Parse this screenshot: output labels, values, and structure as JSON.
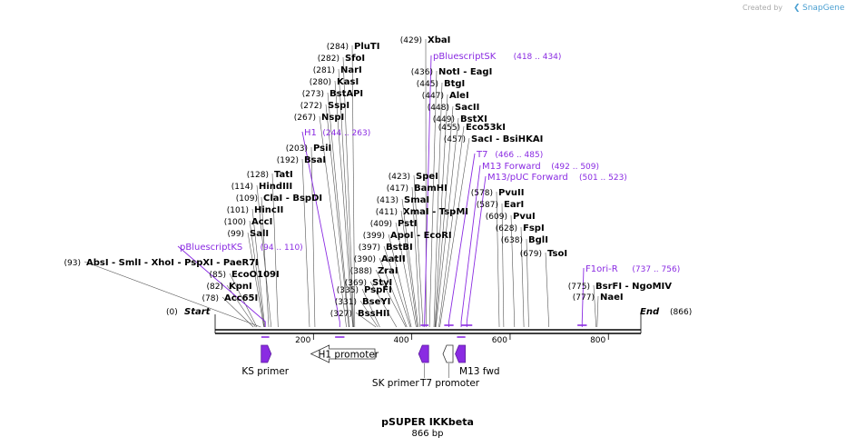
{
  "credit": {
    "prefix": "Created by",
    "brand": "SnapGene"
  },
  "title": "pSUPER IKKbeta",
  "length_label": "866 bp",
  "sequence_length": 866,
  "ticks": [
    "200",
    "400",
    "600",
    "800"
  ],
  "colors": {
    "enzyme": "#000000",
    "primer_site": "#8a2be2",
    "feature_fill": "#8a2be2"
  },
  "ends": {
    "start_label": "Start",
    "start_pos": "(0)",
    "end_label": "End",
    "end_pos": "(866)"
  },
  "enzymes": [
    {
      "name": "PluTI",
      "pos": "(284)",
      "bp": 284
    },
    {
      "name": "SfoI",
      "pos": "(282)",
      "bp": 282
    },
    {
      "name": "NarI",
      "pos": "(281)",
      "bp": 281
    },
    {
      "name": "KasI",
      "pos": "(280)",
      "bp": 280
    },
    {
      "name": "BstAPI",
      "pos": "(273)",
      "bp": 273
    },
    {
      "name": "SspI",
      "pos": "(272)",
      "bp": 272
    },
    {
      "name": "NspI",
      "pos": "(267)",
      "bp": 267
    },
    {
      "name": "PsiI",
      "pos": "(203)",
      "bp": 203
    },
    {
      "name": "BsaI",
      "pos": "(192)",
      "bp": 192
    },
    {
      "name": "TatI",
      "pos": "(128)",
      "bp": 128
    },
    {
      "name": "HindIII",
      "pos": "(114)",
      "bp": 114
    },
    {
      "name": "ClaI  - BspDI",
      "pos": "(109)",
      "bp": 109
    },
    {
      "name": "HincII",
      "pos": "(101)",
      "bp": 101
    },
    {
      "name": "AccI",
      "pos": "(100)",
      "bp": 100
    },
    {
      "name": "SalI",
      "pos": "(99)",
      "bp": 99
    },
    {
      "name": "AbsI  - SmlI  - XhoI  - PspXI  - PaeR7I",
      "pos": "(93)",
      "bp": 93
    },
    {
      "name": "EcoO109I",
      "pos": "(85)",
      "bp": 85
    },
    {
      "name": "KpnI",
      "pos": "(82)",
      "bp": 82
    },
    {
      "name": "Acc65I",
      "pos": "(78)",
      "bp": 78
    },
    {
      "name": "PspFI",
      "pos": "(335)",
      "bp": 335
    },
    {
      "name": "BseYI",
      "pos": "(331)",
      "bp": 331
    },
    {
      "name": "BssHII",
      "pos": "(327)",
      "bp": 327
    },
    {
      "name": "SpeI",
      "pos": "(423)",
      "bp": 423
    },
    {
      "name": "BamHI",
      "pos": "(417)",
      "bp": 417
    },
    {
      "name": "SmaI",
      "pos": "(413)",
      "bp": 413
    },
    {
      "name": "XmaI  - TspMI",
      "pos": "(411)",
      "bp": 411
    },
    {
      "name": "PstI",
      "pos": "(409)",
      "bp": 409
    },
    {
      "name": "ApoI  - EcoRI",
      "pos": "(399)",
      "bp": 399
    },
    {
      "name": "BstBI",
      "pos": "(397)",
      "bp": 397
    },
    {
      "name": "AatII",
      "pos": "(390)",
      "bp": 390
    },
    {
      "name": "ZraI",
      "pos": "(388)",
      "bp": 388
    },
    {
      "name": "StyI",
      "pos": "(369)",
      "bp": 369
    },
    {
      "name": "XbaI",
      "pos": "(429)",
      "bp": 429
    },
    {
      "name": "NotI  - EagI",
      "pos": "(436)",
      "bp": 436
    },
    {
      "name": "BtgI",
      "pos": "(445)",
      "bp": 445
    },
    {
      "name": "AleI",
      "pos": "(447)",
      "bp": 447
    },
    {
      "name": "SacII",
      "pos": "(448)",
      "bp": 448
    },
    {
      "name": "BstXI",
      "pos": "(449)",
      "bp": 449
    },
    {
      "name": "Eco53kI",
      "pos": "(455)",
      "bp": 455
    },
    {
      "name": "SacI  - BsiHKAI",
      "pos": "(457)",
      "bp": 457
    },
    {
      "name": "PvuII",
      "pos": "(578)",
      "bp": 578
    },
    {
      "name": "EarI",
      "pos": "(587)",
      "bp": 587
    },
    {
      "name": "PvuI",
      "pos": "(609)",
      "bp": 609
    },
    {
      "name": "FspI",
      "pos": "(628)",
      "bp": 628
    },
    {
      "name": "BglI",
      "pos": "(638)",
      "bp": 638
    },
    {
      "name": "TsoI",
      "pos": "(679)",
      "bp": 679
    },
    {
      "name": "BsrFI  - NgoMIV",
      "pos": "(775)",
      "bp": 775
    },
    {
      "name": "NaeI",
      "pos": "(777)",
      "bp": 777
    }
  ],
  "primer_sites": [
    {
      "name": "pBluescriptSK",
      "range": "(418 .. 434)",
      "start": 418,
      "end": 434
    },
    {
      "name": "H1",
      "range": "(244 .. 263)",
      "start": 244,
      "end": 263
    },
    {
      "name": "T7",
      "range": "(466 .. 485)",
      "start": 466,
      "end": 485
    },
    {
      "name": "M13 Forward",
      "range": "(492 .. 509)",
      "start": 492,
      "end": 509
    },
    {
      "name": "M13/pUC Forward",
      "range": "(501 .. 523)",
      "start": 501,
      "end": 523
    },
    {
      "name": "pBluescriptKS",
      "range": "(94 .. 110)",
      "start": 94,
      "end": 110
    },
    {
      "name": "F1ori-R",
      "range": "(737 .. 756)",
      "start": 737,
      "end": 756
    }
  ],
  "features": [
    {
      "name": "KS primer",
      "start": 94,
      "end": 110,
      "direction": "forward",
      "type": "primer"
    },
    {
      "name": "H1 promoter",
      "start": 195,
      "end": 325,
      "direction": "reverse",
      "type": "promoter"
    },
    {
      "name": "SK primer",
      "start": 418,
      "end": 434,
      "direction": "reverse",
      "type": "primer"
    },
    {
      "name": "T7 promoter",
      "start": 466,
      "end": 485,
      "direction": "reverse",
      "type": "promoter"
    },
    {
      "name": "M13 fwd",
      "start": 492,
      "end": 509,
      "direction": "reverse",
      "type": "primer"
    }
  ]
}
